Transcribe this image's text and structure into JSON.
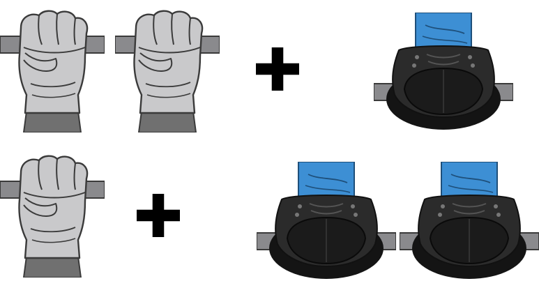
{
  "diagram": {
    "description_source": "three-point-of-contact-illustration",
    "rows": [
      {
        "hands": 2,
        "operator": "plus",
        "feet": 1
      },
      {
        "hands": 1,
        "operator": "plus",
        "feet": 2
      }
    ],
    "icons": {
      "hand": "gloved-hand-gripping-rail-icon",
      "foot": "boot-on-rung-icon",
      "operator": "plus-icon"
    },
    "colors": {
      "glove": "#c9c9cb",
      "glove_outline": "#3a3a3a",
      "cuff": "#707070",
      "rail": "#8a8a8d",
      "rail_outline": "#3a3a3a",
      "boot": "#2b2b2b",
      "boot_toe": "#1b1b1b",
      "boot_sole": "#141414",
      "pants": "#3d8fd4",
      "plus": "#000000"
    }
  }
}
